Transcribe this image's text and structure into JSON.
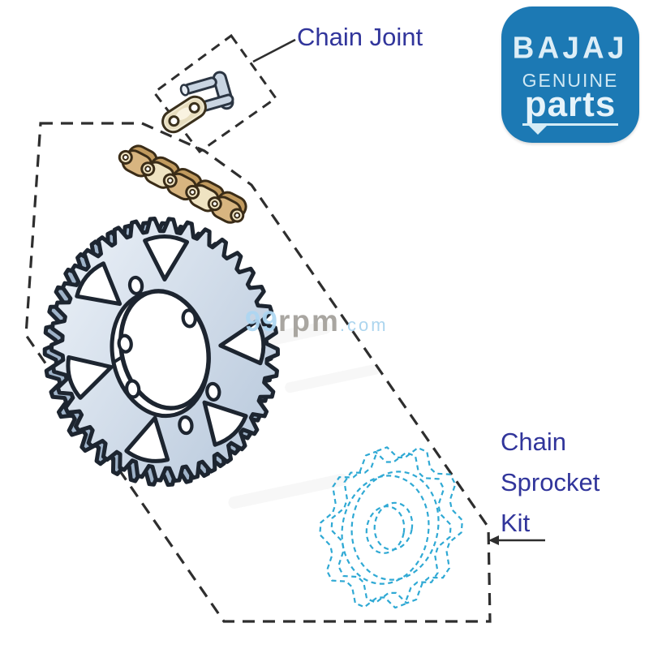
{
  "image": {
    "type": "parts-diagram",
    "background": "#ffffff"
  },
  "annotations": {
    "chain_joint_label": "Chain Joint",
    "kit_label_lines": [
      "Chain",
      "Sprocket",
      "Kit"
    ],
    "label_color": "#31359b",
    "outline_color": "#2e2e2e"
  },
  "watermark": {
    "num": "99",
    "mid": "rpm",
    "tld": ".com",
    "blue": "#aed7f2",
    "gray": "#a5a29c"
  },
  "logo": {
    "brand": "BAJAJ",
    "genuine": "GENUINE",
    "parts": "parts",
    "bg": "#1c79b4",
    "fg": "#ddeef7"
  },
  "parts": {
    "rear_sprocket": {
      "teeth": 38,
      "fill_light": "#eef3f9",
      "fill_dark": "#b5c6da",
      "side": "#9fb3c9",
      "stroke": "#1d2530",
      "triangle_angles": [
        80,
        133,
        188,
        250,
        305,
        357
      ],
      "bolt_holes": [
        {
          "a": 109,
          "r": 88
        },
        {
          "a": 39,
          "r": 54
        },
        {
          "a": 218,
          "r": 69
        },
        {
          "a": 279,
          "r": 97
        },
        {
          "a": 316,
          "r": 86
        },
        {
          "a": 166,
          "r": 58
        }
      ]
    },
    "front_sprocket": {
      "teeth": 10,
      "stroke": "#2fa9d4"
    },
    "chain": {
      "links": 5,
      "gold": "#d8b580",
      "gold_dark": "#c19a5e",
      "cream": "#efe3c2",
      "stroke": "#3a2c17"
    },
    "chain_joint": {
      "plate": "#f1ebd4",
      "plate_stroke": "#3a301c",
      "clip": "#c9d5e2",
      "clip_stroke": "#2b3542"
    }
  }
}
